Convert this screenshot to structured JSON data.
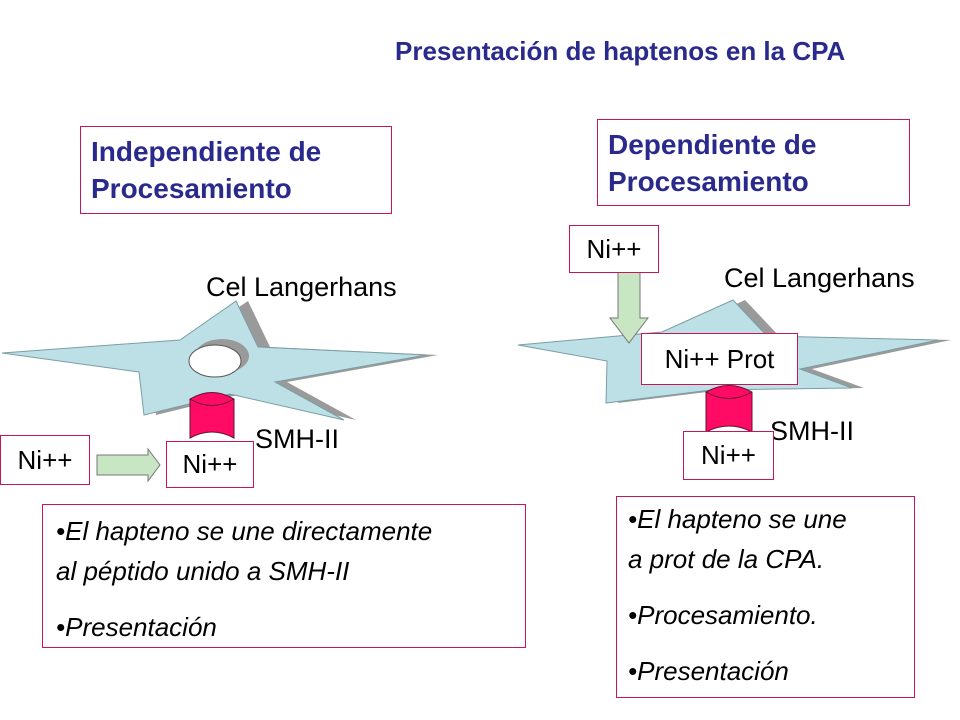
{
  "title": "Presentación de haptenos en la CPA",
  "left": {
    "header_line1": "Independiente de",
    "header_line2": "Procesamiento",
    "cell_label": "Cel Langerhans",
    "mhc_label": "SMH-II",
    "ni_source": "Ni++",
    "ni_bound": "Ni++",
    "notes": [
      "•El hapteno se une directamente",
      "al péptido unido a SMH-II",
      "•Presentación"
    ]
  },
  "right": {
    "header_line1": "Dependiente de",
    "header_line2": "Procesamiento",
    "cell_label": "Cel Langerhans",
    "mhc_label": "SMH-II",
    "ni_source": "Ni++",
    "ni_prot": "Ni++ Prot",
    "ni_bound": "Ni++",
    "notes": [
      "•El hapteno se une",
      "a prot de la CPA.",
      "•Procesamiento.",
      "•Presentación"
    ]
  },
  "colors": {
    "title": "#2a2a8c",
    "border": "#c2185b",
    "cell_fill": "#bde0e6",
    "mhc_fill": "#ff0a64",
    "arrow_fill": "#c8e6c4"
  }
}
